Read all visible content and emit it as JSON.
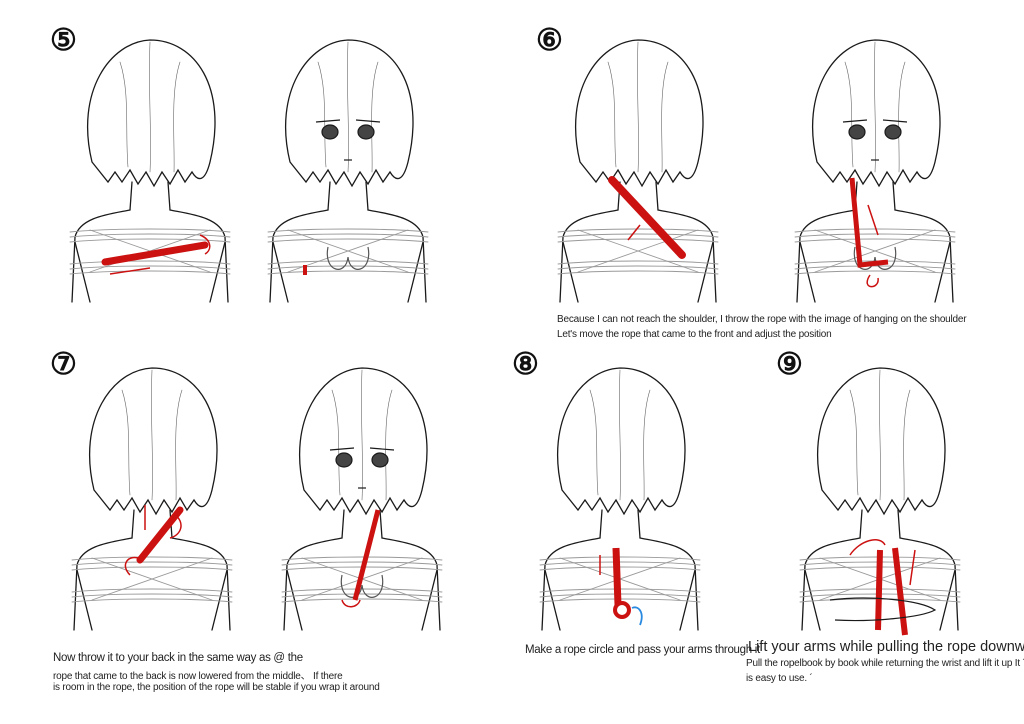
{
  "steps": [
    {
      "number": "⑤",
      "captions": []
    },
    {
      "number": "⑥",
      "captions": [
        "Because I can not reach the shoulder, I throw the rope with the image of hanging on the shoulder",
        "Let's move the rope that came to the front and adjust the position"
      ]
    },
    {
      "number": "⑦",
      "captions": [
        "Now throw it to your back in the same way as @ the",
        " rope that came to the back is now lowered from the middle、 If there",
        "is room in the rope, the position of the rope will be stable if you wrap it around"
      ]
    },
    {
      "number": "⑧",
      "captions": [
        "Make a rope circle and pass your arms through it"
      ]
    },
    {
      "number": "⑨",
      "captions": [
        "Lift your arms while pulling the rope downwards",
        "Pull the ropelbook by book while returning the wrist and lift it up It ´",
        "is easy to use. ´"
      ]
    }
  ],
  "colors": {
    "rope": "#cc1111",
    "line": "#1a1a1a",
    "arrow_blue": "#2a8ae0"
  }
}
